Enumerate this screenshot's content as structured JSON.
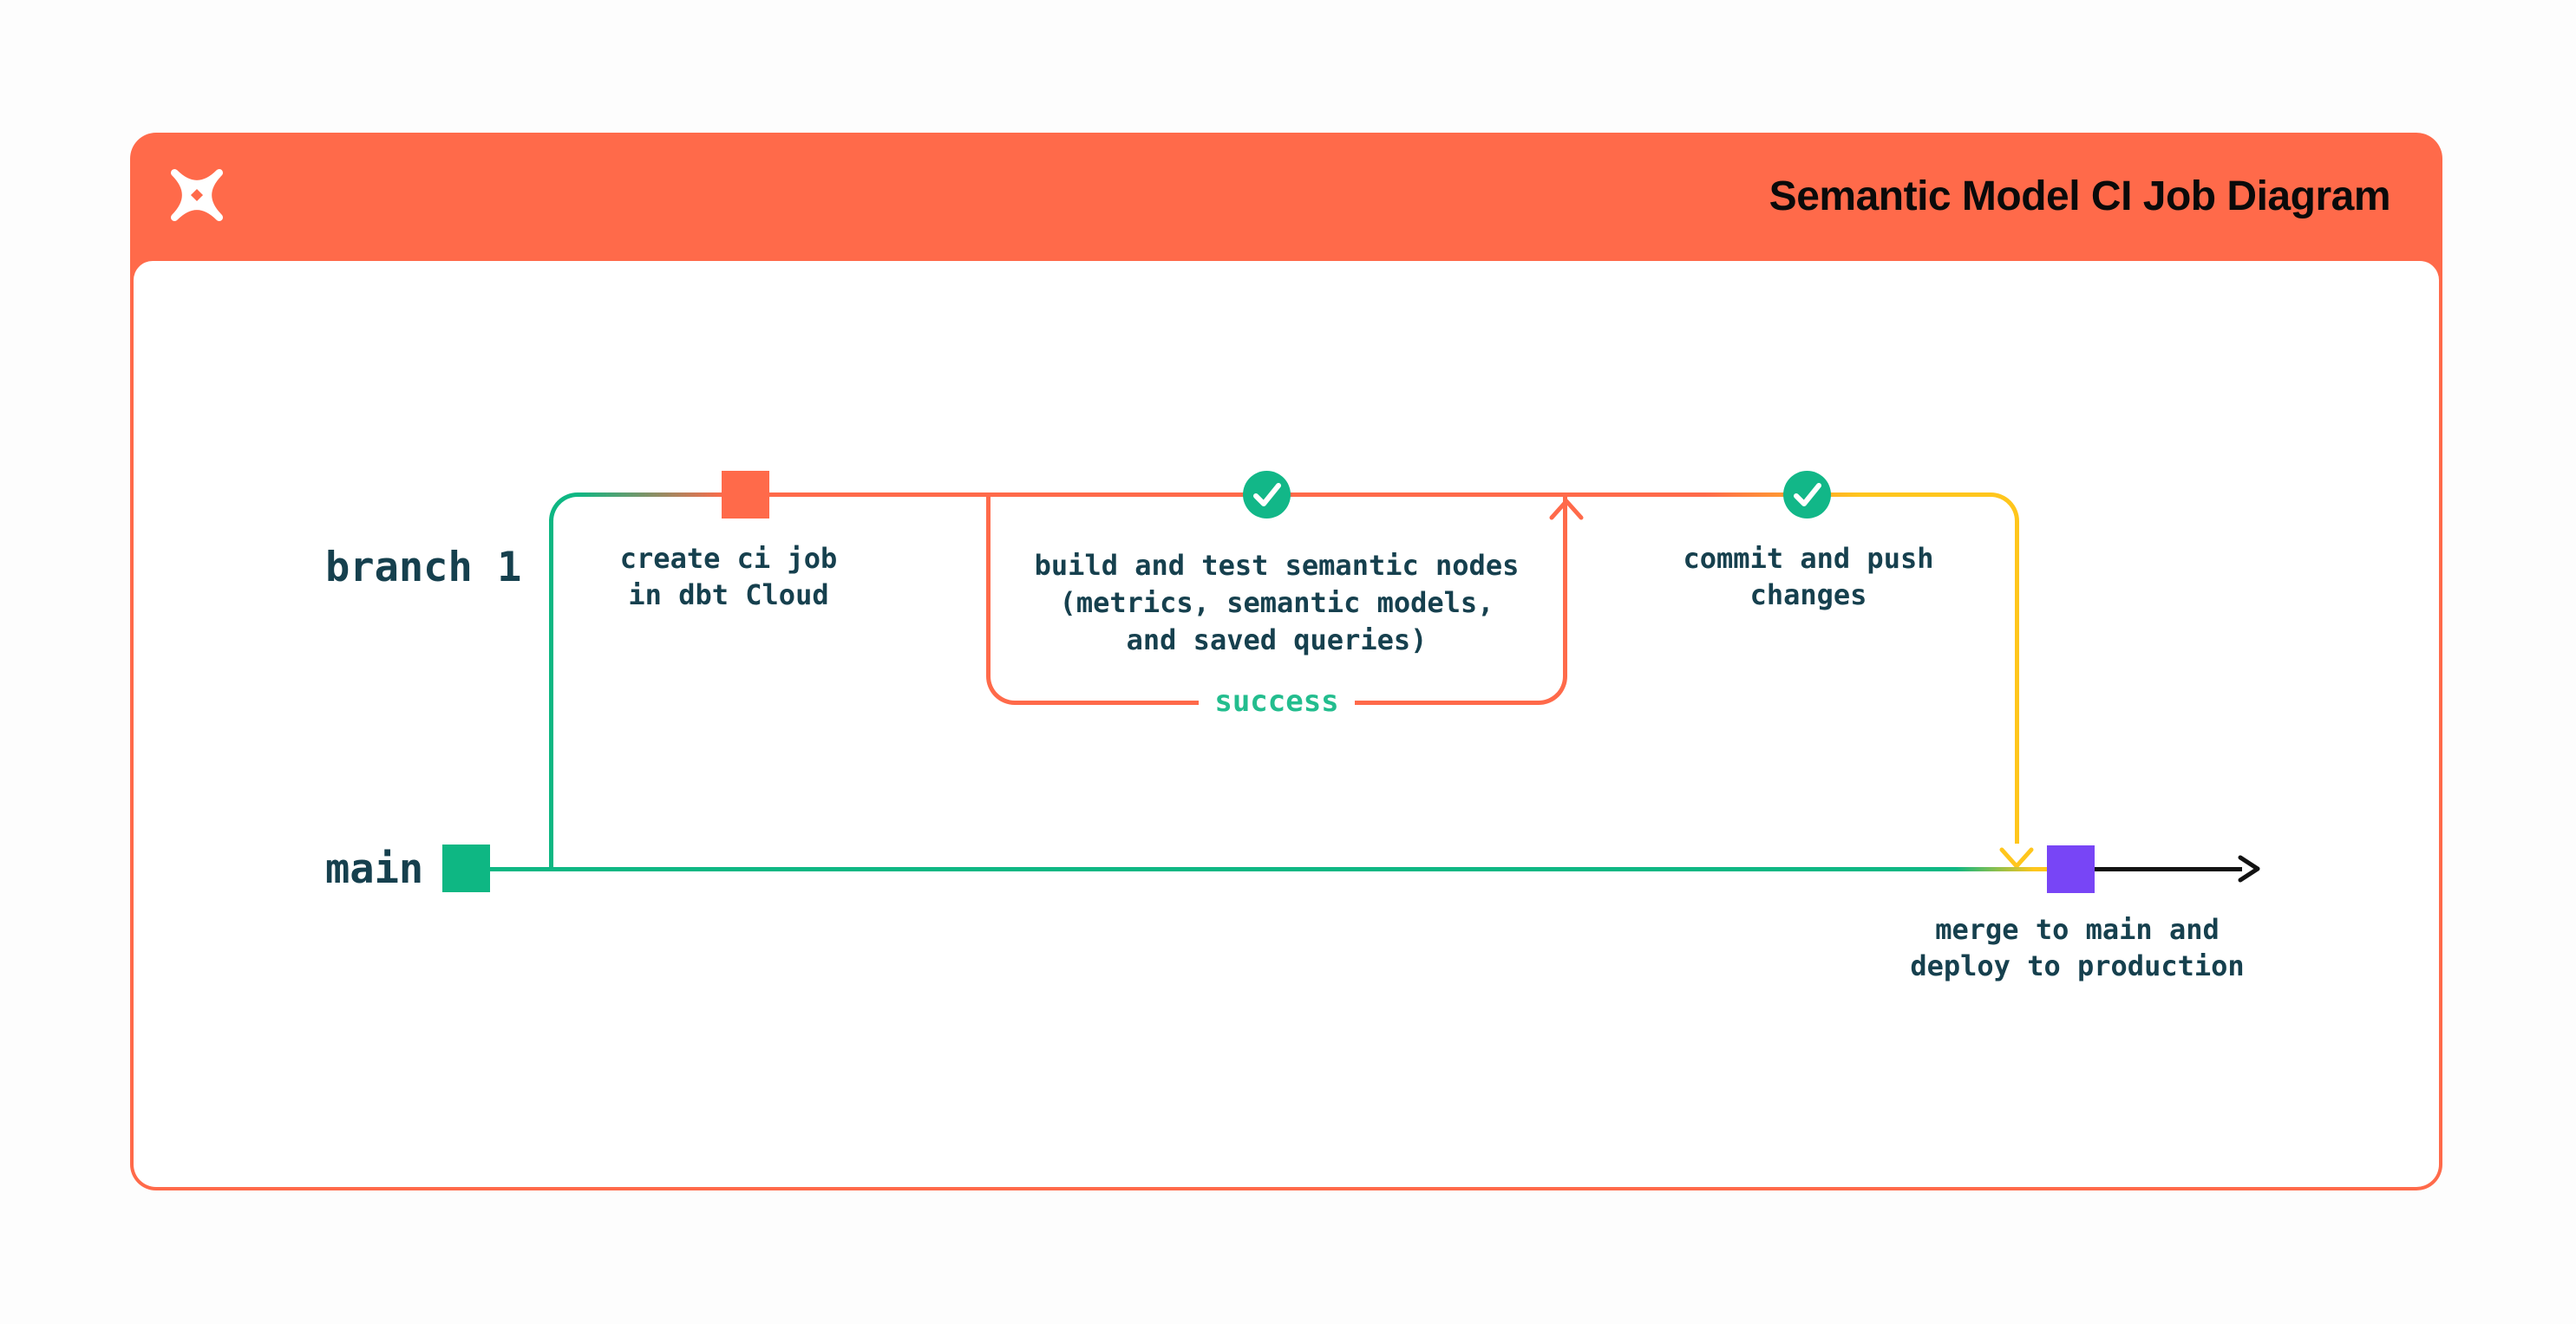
{
  "header": {
    "title": "Semantic Model CI Job Diagram",
    "logo": "dbt-logo"
  },
  "diagram": {
    "branch_label": "branch 1",
    "main_label": "main",
    "create_ci": {
      "lines": [
        "create ci job",
        "in dbt Cloud"
      ]
    },
    "build_test": {
      "lines": [
        "build and test semantic nodes",
        "(metrics, semantic models,",
        "and saved queries)"
      ]
    },
    "success_label": "success",
    "commit_push": {
      "lines": [
        "commit and push",
        "changes"
      ]
    },
    "merge": {
      "lines": [
        "merge to main and",
        "deploy to production"
      ]
    },
    "colors": {
      "coral": "#FF6A4A",
      "green": "#0EB783",
      "check_green": "#12B788",
      "success_green": "#23BD8E",
      "yellow": "#FFC61C",
      "purple": "#7845F6",
      "ink": "#16404E",
      "arrow_black": "#121212"
    }
  }
}
